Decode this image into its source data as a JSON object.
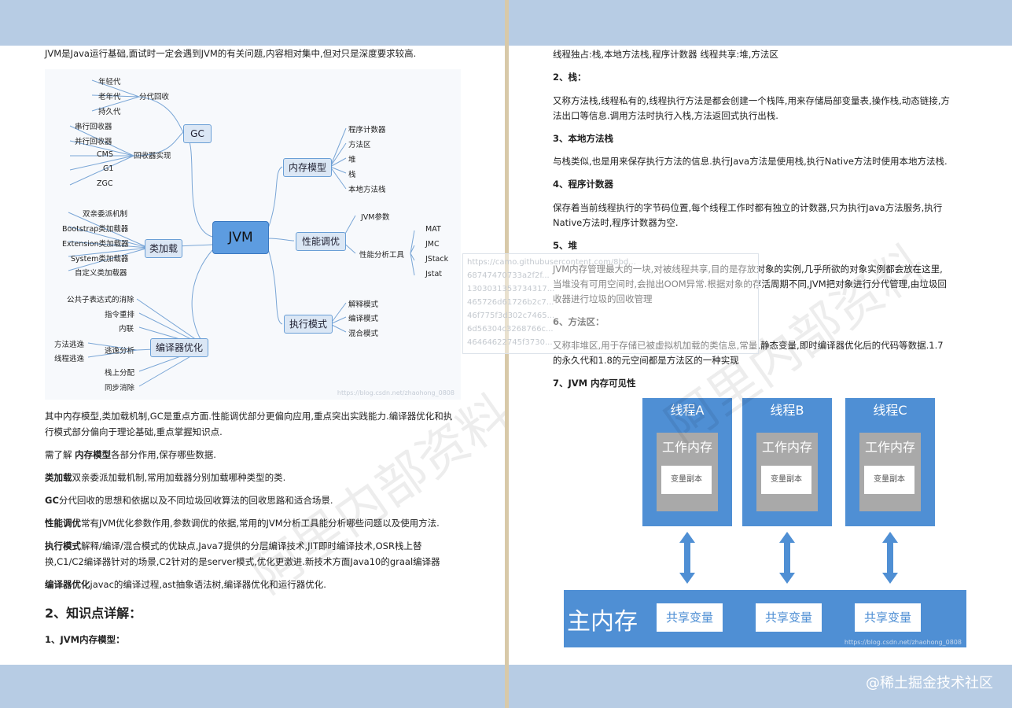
{
  "left": {
    "intro": "JVM是Java运行基础,面试时一定会遇到JVM的有关问题,内容相对集中,但对只是深度要求较高.",
    "mindmap": {
      "root": "JVM",
      "gc": {
        "label": "GC",
        "gen_group": "分代回收",
        "gen_items": [
          "年轻代",
          "老年代",
          "持久代"
        ],
        "collector_group": "回收器实现",
        "collectors": [
          "串行回收器",
          "并行回收器",
          "CMS",
          "G1",
          "ZGC"
        ]
      },
      "memory": {
        "label": "内存模型",
        "items": [
          "程序计数器",
          "方法区",
          "堆",
          "栈",
          "本地方法栈"
        ]
      },
      "tuning": {
        "label": "性能调优",
        "items": [
          "JVM参数",
          "性能分析工具"
        ],
        "tools": [
          "MAT",
          "JMC",
          "JStack",
          "Jstat"
        ]
      },
      "classloading": {
        "label": "类加载",
        "items": [
          "双亲委派机制",
          "Bootstrap类加载器",
          "Extension类加载器",
          "System类加载器",
          "自定义类加载器"
        ]
      },
      "execution": {
        "label": "执行模式",
        "items": [
          "解释模式",
          "编译模式",
          "混合模式"
        ]
      },
      "compiler": {
        "label": "编译器优化",
        "items": [
          "公共子表达式的消除",
          "指令重排",
          "内联",
          "逃逸分析",
          "栈上分配",
          "同步消除"
        ],
        "escape_items": [
          "方法逃逸",
          "线程逃逸"
        ]
      },
      "credit": "https://blog.csdn.net/zhaohong_0808"
    },
    "para1": "其中内存模型,类加载机制,GC是重点方面.性能调优部分更偏向应用,重点突出实践能力.编译器优化和执行模式部分偏向于理论基础,重点掌握知识点.",
    "para2_bold": "内存模型",
    "para2_pre": "需了解 ",
    "para2_post": "各部分作用,保存哪些数据.",
    "para3_bold": "类加载",
    "para3_post": "双亲委派加载机制,常用加载器分别加载哪种类型的类.",
    "para4_bold": "GC",
    "para4_post": "分代回收的思想和依据以及不同垃圾回收算法的回收思路和适合场景.",
    "para5_bold": "性能调优",
    "para5_post": "常有JVM优化参数作用,参数调优的依据,常用的JVM分析工具能分析哪些问题以及使用方法.",
    "para6_bold": "执行模式",
    "para6_post_l1": "解释/编译/混合模式的优缺点,Java7提供的分层编译技术,JIT即时编译技术,OSR栈上替",
    "para6_post_l2": "换,C1/C2编译器针对的场景,C2针对的是server模式,优化更激进.新技术方面Java10的graal编译器",
    "para7_bold": "编译器优化",
    "para7_post": "javac的编译过程,ast抽象语法树,编译器优化和运行器优化.",
    "h2": "2、知识点详解：",
    "h3": "1、JVM内存模型："
  },
  "right": {
    "line0": "线程独占:栈,本地方法栈,程序计数器 线程共享:堆,方法区",
    "s2": "2、栈：",
    "s2_l1": "又称方法栈,线程私有的,线程执行方法是都会创建一个栈阵,用来存储局部变量表,操作栈,动态链接,方",
    "s2_l2": "法出口等信息.调用方法时执行入栈,方法返回式执行出栈.",
    "s3": "3、本地方法栈",
    "s3_text": "与栈类似,也是用来保存执行方法的信息.执行Java方法是使用栈,执行Native方法时使用本地方法栈.",
    "s4": "4、程序计数器",
    "s4_l1": "保存着当前线程执行的字节码位置,每个线程工作时都有独立的计数器,只为执行Java方法服务,执行",
    "s4_l2": "Native方法时,程序计数器为空.",
    "s5": "5、堆",
    "s5_l1": "JVM内存管理最大的一块,对被线程共享,目的是存放对象的实例,几乎所欲的对象实例都会放在这里,",
    "s5_l2": "当堆没有可用空间时,会抛出OOM异常.根据对象的存活周期不同,JVM把对象进行分代管理,由垃圾回",
    "s5_l3": "收器进行垃圾的回收管理",
    "s6": "6、方法区：",
    "s6_l1": "又称非堆区,用于存储已被虚拟机加载的类信息,常量,静态变量,即时编译器优化后的代码等数据.1.7",
    "s6_l2": "的永久代和1.8的元空间都是方法区的一种实现",
    "s7": "7、JVM 内存可见性",
    "diagram": {
      "threads": [
        "线程A",
        "线程B",
        "线程C"
      ],
      "work_mem": "工作内存",
      "var_copy": "变量副本",
      "main_mem": "主内存",
      "shared_var": "共享变量",
      "credit": "https://blog.csdn.net/zhaohong_0808"
    }
  },
  "overlay_lines": [
    "https://camo.githubusercontent.com/8bd...",
    "68747470733a2f2f...",
    "1303031353734317...",
    "465726d61726b2c7...",
    "46f775f3d302c7465...",
    "6d56304c3268766c...",
    "46464622745f3730..."
  ],
  "watermark_text": "阿里内部资料",
  "footer_brand": "@稀土掘金技术社区"
}
